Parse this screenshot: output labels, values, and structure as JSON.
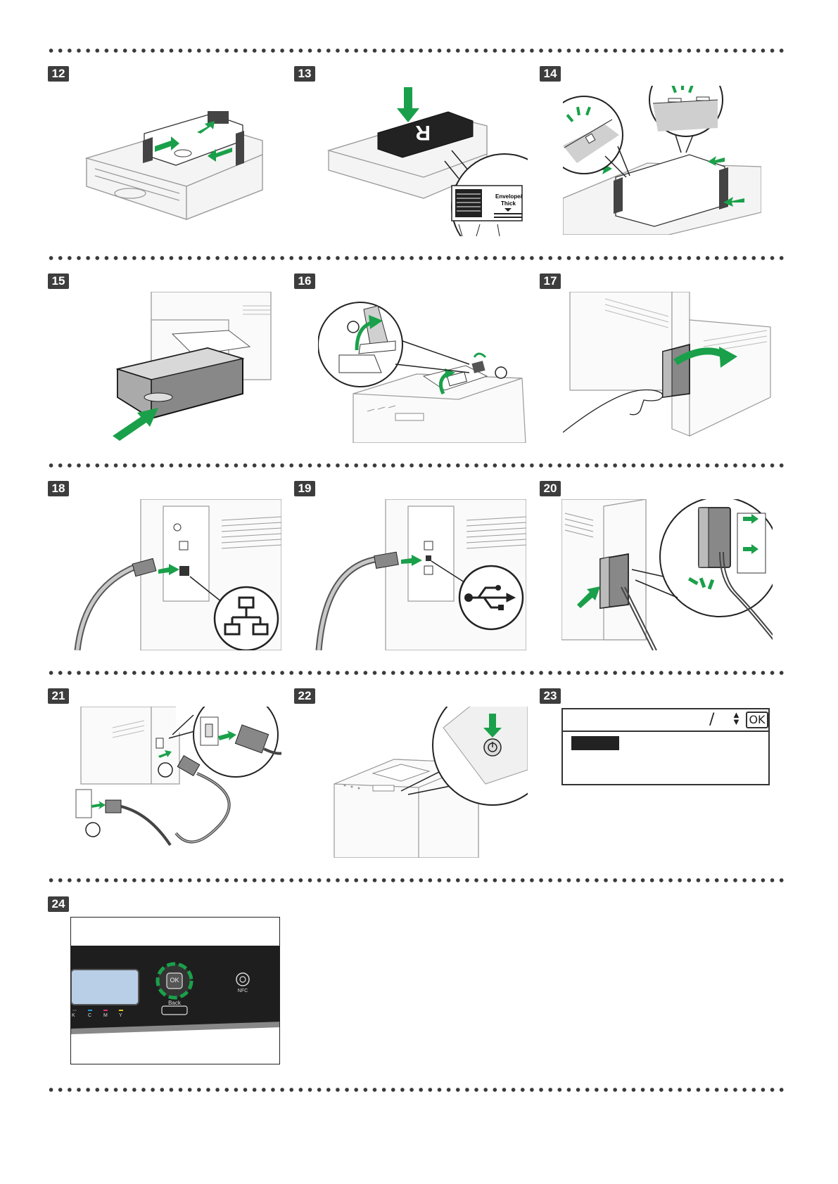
{
  "steps": [
    {
      "num": "12"
    },
    {
      "num": "13"
    },
    {
      "num": "14"
    },
    {
      "num": "15"
    },
    {
      "num": "16"
    },
    {
      "num": "17"
    },
    {
      "num": "18"
    },
    {
      "num": "19"
    },
    {
      "num": "20"
    },
    {
      "num": "21"
    },
    {
      "num": "22"
    },
    {
      "num": "23"
    },
    {
      "num": "24"
    }
  ],
  "labels": {
    "envelope_thick": "Envelope/\nThick",
    "envelope_line1": "Envelope/",
    "envelope_line2": "Thick"
  },
  "lcd": {
    "slash": "/",
    "ok": "OK"
  },
  "control_panel": {
    "ok": "OK",
    "back": "Back",
    "nfc": "NFC",
    "toner": [
      "K",
      "C",
      "M",
      "Y"
    ]
  },
  "colors": {
    "accent_green": "#1aa04a",
    "step_badge": "#3d3d3d",
    "toner_k": "#444444",
    "toner_c": "#1e9ad6",
    "toner_m": "#d6337a",
    "toner_y": "#e6c21e"
  }
}
